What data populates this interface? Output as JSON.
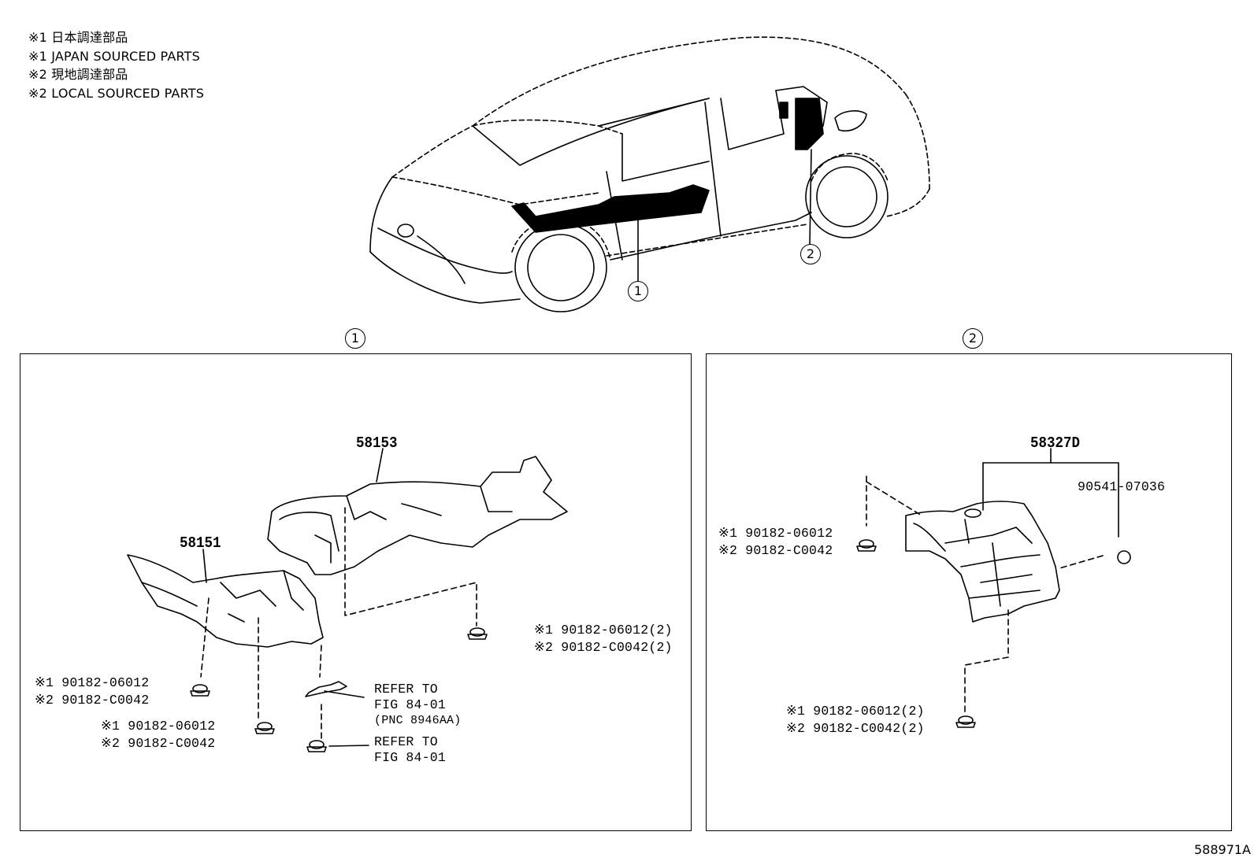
{
  "legend": [
    "※1 日本調達部品",
    "※1 JAPAN SOURCED PARTS",
    "※2 現地調達部品",
    "※2 LOCAL SOURCED PARTS"
  ],
  "callouts": {
    "one": "1",
    "two": "2"
  },
  "panel1": {
    "part_58153": "58153",
    "part_58151": "58151",
    "clip_right_1": "※1 90182-06012(2)",
    "clip_right_2": "※2 90182-C0042(2)",
    "clip_left_a1": "※1 90182-06012",
    "clip_left_a2": "※2 90182-C0042",
    "clip_left_b1": "※1 90182-06012",
    "clip_left_b2": "※2 90182-C0042",
    "refer_a1": "REFER TO",
    "refer_a2": "FIG 84-01",
    "refer_a3": "(PNC 8946AA)",
    "refer_b1": "REFER TO",
    "refer_b2": "FIG 84-01"
  },
  "panel2": {
    "part_58327D": "58327D",
    "part_90541": "90541-07036",
    "clip_top_1": "※1 90182-06012",
    "clip_top_2": "※2 90182-C0042",
    "clip_bot_1": "※1 90182-06012(2)",
    "clip_bot_2": "※2 90182-C0042(2)"
  },
  "figure_code": "588971A"
}
